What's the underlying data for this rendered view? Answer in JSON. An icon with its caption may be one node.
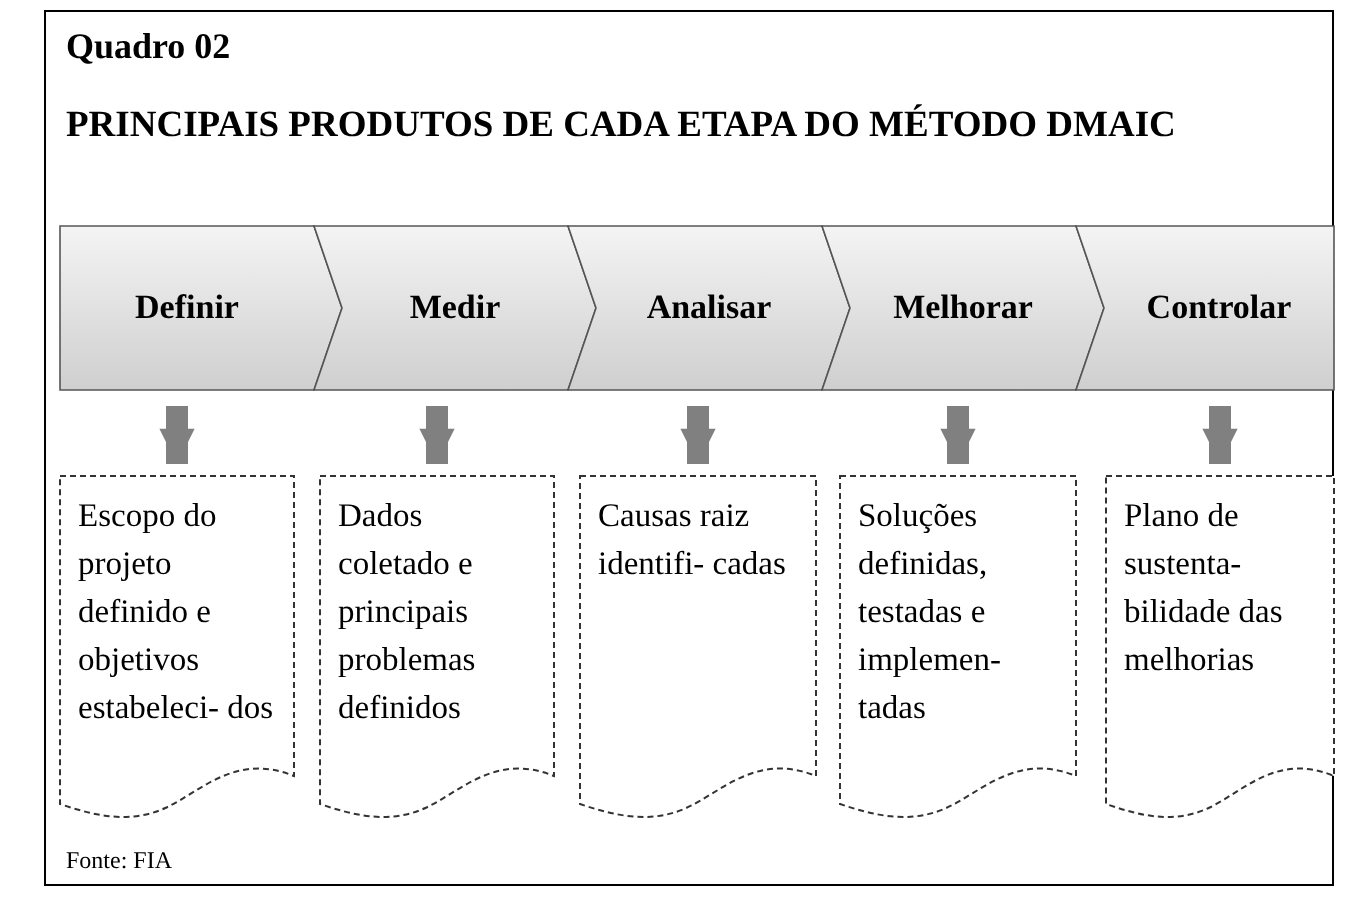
{
  "diagram": {
    "title": "PRINCIPAIS PRODUTOS DE CADA ETAPA DO MÉTODO DMAIC",
    "nodes": [
      {
        "text": [
          "Definir"
        ]
      },
      {
        "text": [
          "Medir"
        ]
      },
      {
        "text": [
          "Analisar"
        ]
      },
      {
        "text": [
          "Melhorar"
        ]
      },
      {
        "text": [
          "Controlar"
        ]
      },
      {
        "text": [
          "Escopo do projeto definido e objetivos estabeleci- dos"
        ]
      },
      {
        "text": [
          "Dados coletado e principais problemas definidos"
        ]
      },
      {
        "text": [
          "Causas raiz identifi- cadas"
        ]
      },
      {
        "text": [
          "Soluções definidas, testadas e implemen- tadas"
        ]
      },
      {
        "text": [
          "Plano de sustenta- bilidade das melhorias"
        ]
      }
    ],
    "edges": [
      {
        "from": 0,
        "to": 5,
        "arrow": "to"
      },
      {
        "from": 1,
        "to": 6,
        "arrow": "to"
      },
      {
        "from": 2,
        "to": 7,
        "arrow": "to"
      },
      {
        "from": 3,
        "to": 8,
        "arrow": "to"
      },
      {
        "from": 4,
        "to": 9,
        "arrow": "to"
      }
    ],
    "labels": [
      "Quadro 02",
      "Fonte: FIA"
    ]
  }
}
